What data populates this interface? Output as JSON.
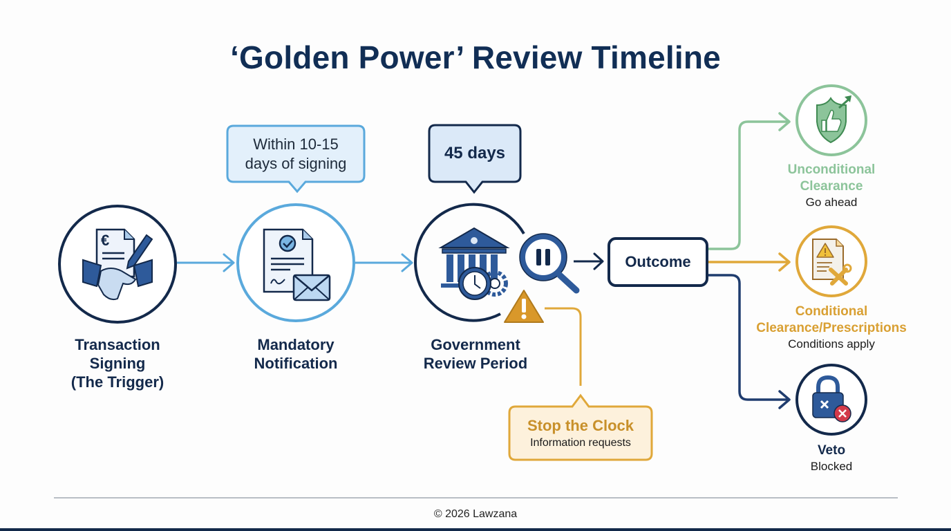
{
  "title": "‘Golden Power’ Review Timeline",
  "colors": {
    "navy": "#13294b",
    "light_blue": "#5aa9dc",
    "green": "#8cc49a",
    "amber": "#e0a83a",
    "red": "#d33a4a"
  },
  "steps": [
    {
      "label_lines": [
        "Transaction",
        "Signing",
        "(The Trigger)"
      ],
      "icon": "handshake-contract-icon"
    },
    {
      "label_lines": [
        "Mandatory",
        "Notification"
      ],
      "icon": "document-envelope-icon",
      "bubble_lines": [
        "Within 10-15",
        "days of signing"
      ]
    },
    {
      "label_lines": [
        "Government",
        "Review Period"
      ],
      "icon": "government-building-clock-icon",
      "bubble": "45 days"
    }
  ],
  "stop_clock": {
    "title": "Stop the Clock",
    "subtitle": "Information requests"
  },
  "outcome_label": "Outcome",
  "results": [
    {
      "title_lines": [
        "Unconditional",
        "Clearance"
      ],
      "subtitle": "Go ahead",
      "color": "#8cc49a",
      "icon": "shield-thumbs-up-icon"
    },
    {
      "title_lines": [
        "Conditional",
        "Clearance/Prescriptions"
      ],
      "subtitle": "Conditions apply",
      "color": "#e0a83a",
      "icon": "document-warning-tools-icon"
    },
    {
      "title_lines": [
        "Veto"
      ],
      "subtitle": "Blocked",
      "color": "#13294b",
      "icon": "lock-blocked-icon"
    }
  ],
  "footer": "© 2026 Lawzana"
}
